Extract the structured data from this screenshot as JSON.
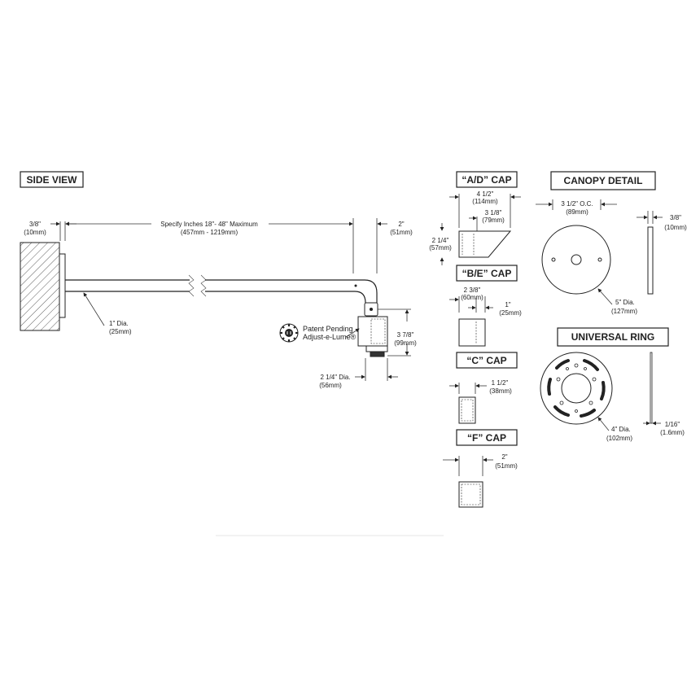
{
  "side_view": {
    "title": "SIDE VIEW",
    "wall_offset": [
      "3/8\"",
      "(10mm)"
    ],
    "arm_length": [
      "Specify Inches 18\"- 48\" Maximum",
      "(457mm - 1219mm)"
    ],
    "elbow_offset": [
      "2\"",
      "(51mm)"
    ],
    "arm_dia": [
      "1\" Dia.",
      "(25mm)"
    ],
    "patent": [
      "Patent Pending",
      "Adjust-e-Lume®"
    ],
    "head_height": [
      "3 7/8\"",
      "(99mm)"
    ],
    "head_dia": [
      "2 1/4\" Dia.",
      "(56mm)"
    ]
  },
  "ad_cap": {
    "title": "“A/D” CAP",
    "width": [
      "4 1/2\"",
      "(114mm)"
    ],
    "top": [
      "3 1/8\"",
      "(79mm)"
    ],
    "height": [
      "2 1/4\"",
      "(57mm)"
    ]
  },
  "be_cap": {
    "title": "“B/E” CAP",
    "width": [
      "2 3/8\"",
      "(60mm)"
    ],
    "depth": [
      "1\"",
      "(25mm)"
    ]
  },
  "c_cap": {
    "title": "“C” CAP",
    "width": [
      "1 1/2\"",
      "(38mm)"
    ]
  },
  "f_cap": {
    "title": "“F” CAP",
    "width": [
      "2\"",
      "(51mm)"
    ]
  },
  "canopy": {
    "title": "CANOPY DETAIL",
    "spacing": [
      "3 1/2\" O.C.",
      "(89mm)"
    ],
    "thickness": [
      "3/8\"",
      "(10mm)"
    ],
    "diameter": [
      "5\" Dia.",
      "(127mm)"
    ]
  },
  "universal_ring": {
    "title": "UNIVERSAL RING",
    "diameter": [
      "4\" Dia.",
      "(102mm)"
    ],
    "thickness": [
      "1/16\"",
      "(1.6mm)"
    ]
  }
}
